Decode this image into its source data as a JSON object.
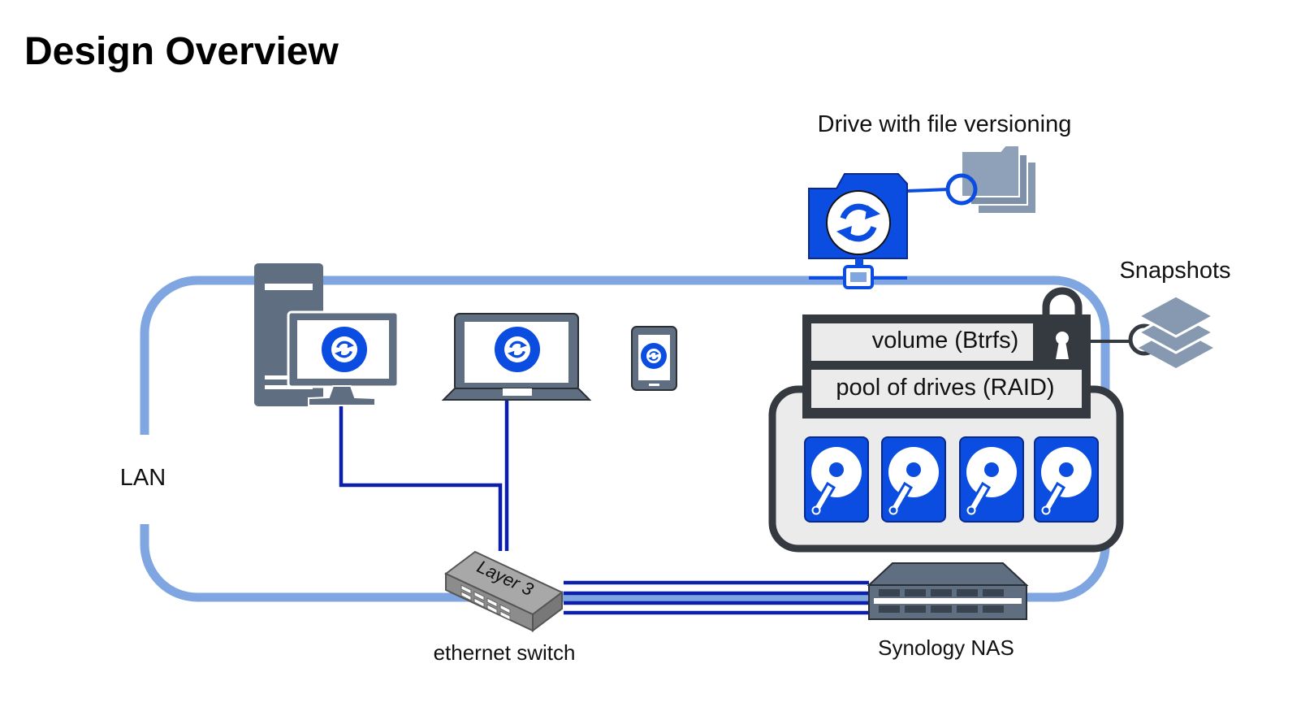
{
  "title": "Design Overview",
  "labels": {
    "drive": "Drive with file versioning",
    "snapshots": "Snapshots",
    "lan": "LAN",
    "volume": "volume (Btrfs)",
    "pool": "pool of drives (RAID)",
    "switch_top": "Layer 3",
    "switch": "ethernet switch",
    "nas": "Synology NAS"
  },
  "colors": {
    "lan_ring": "#7fa6e0",
    "cable": "#0b1fa8",
    "sync_blue": "#0a4de0",
    "device_grey": "#5f6e80",
    "dark_frame": "#353a40",
    "panel_fill": "#ebebeb",
    "folder_grey": "#8699b0"
  },
  "icons": [
    "sync-icon",
    "folder-stack-icon",
    "lock-icon",
    "layers-icon",
    "hard-drive-icon",
    "network-switch-icon",
    "nas-icon"
  ]
}
